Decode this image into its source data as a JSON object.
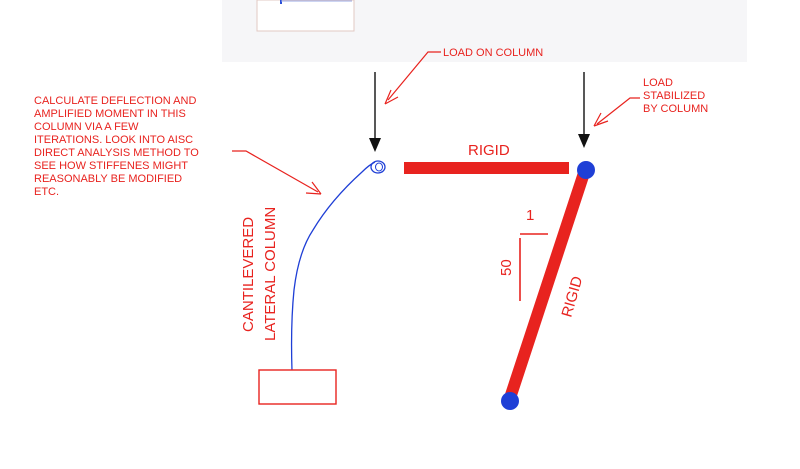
{
  "colors": {
    "red": "#e8231f",
    "blue": "#1f3fd6",
    "dark": "#111111",
    "top_panel": "#f6f6f8"
  },
  "labels": {
    "load_on_column": "LOAD ON COLUMN",
    "load_stabilized": [
      "LOAD",
      "STABILIZED",
      "BY COLUMN"
    ],
    "note": [
      "CALCULATE DEFLECTION AND",
      "AMPLIFIED MOMENT IN THIS",
      "COLUMN VIA A FEW",
      "ITERATIONS.  LOOK INTO AISC",
      "DIRECT ANALYSIS METHOD TO",
      "SEE HOW STIFFENES MIGHT",
      "REASONABLY BE MODIFIED",
      "ETC."
    ],
    "rigid_beam": "RIGID",
    "rigid_strut": "RIGID",
    "slope_rise": "50",
    "slope_run": "1",
    "cantilever": [
      "CANTILEVERED",
      "LATERAL COLUMN"
    ]
  }
}
